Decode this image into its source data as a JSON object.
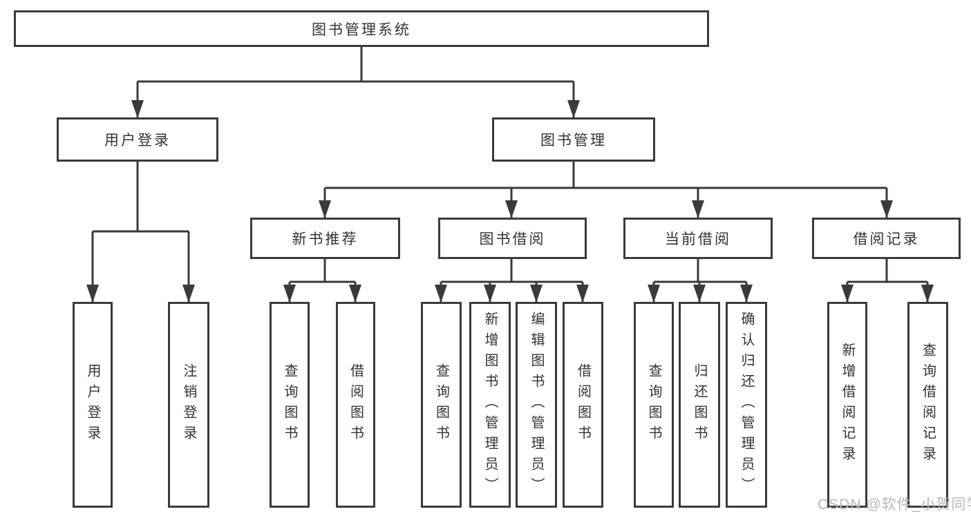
{
  "diagram": {
    "title": "图书管理系统",
    "nodes": {
      "root": "图书管理系统",
      "level2": [
        "用户登录",
        "图书管理"
      ],
      "level3": [
        "新书推荐",
        "图书借阅",
        "当前借阅",
        "借阅记录"
      ],
      "leaves_user_login": [
        "用户登录",
        "注销登录"
      ],
      "leaves_new_book": [
        "查询图书",
        "借阅图书"
      ],
      "leaves_book_borrow": [
        "查询图书",
        "新增图书（管理员）",
        "编辑图书（管理员）",
        "借阅图书"
      ],
      "leaves_current_borrow": [
        "查询图书",
        "归还图书",
        "确认归还（管理员）"
      ],
      "leaves_borrow_records": [
        "新增借阅记录",
        "查询借阅记录"
      ]
    },
    "colors": {
      "line": "#3a3a3a",
      "box_border": "#3a3a3a",
      "text": "#333333",
      "background": "#ffffff",
      "watermark": "#b8b8b8"
    }
  },
  "watermark": {
    "text": "CSDN @软件_小贺同学"
  }
}
